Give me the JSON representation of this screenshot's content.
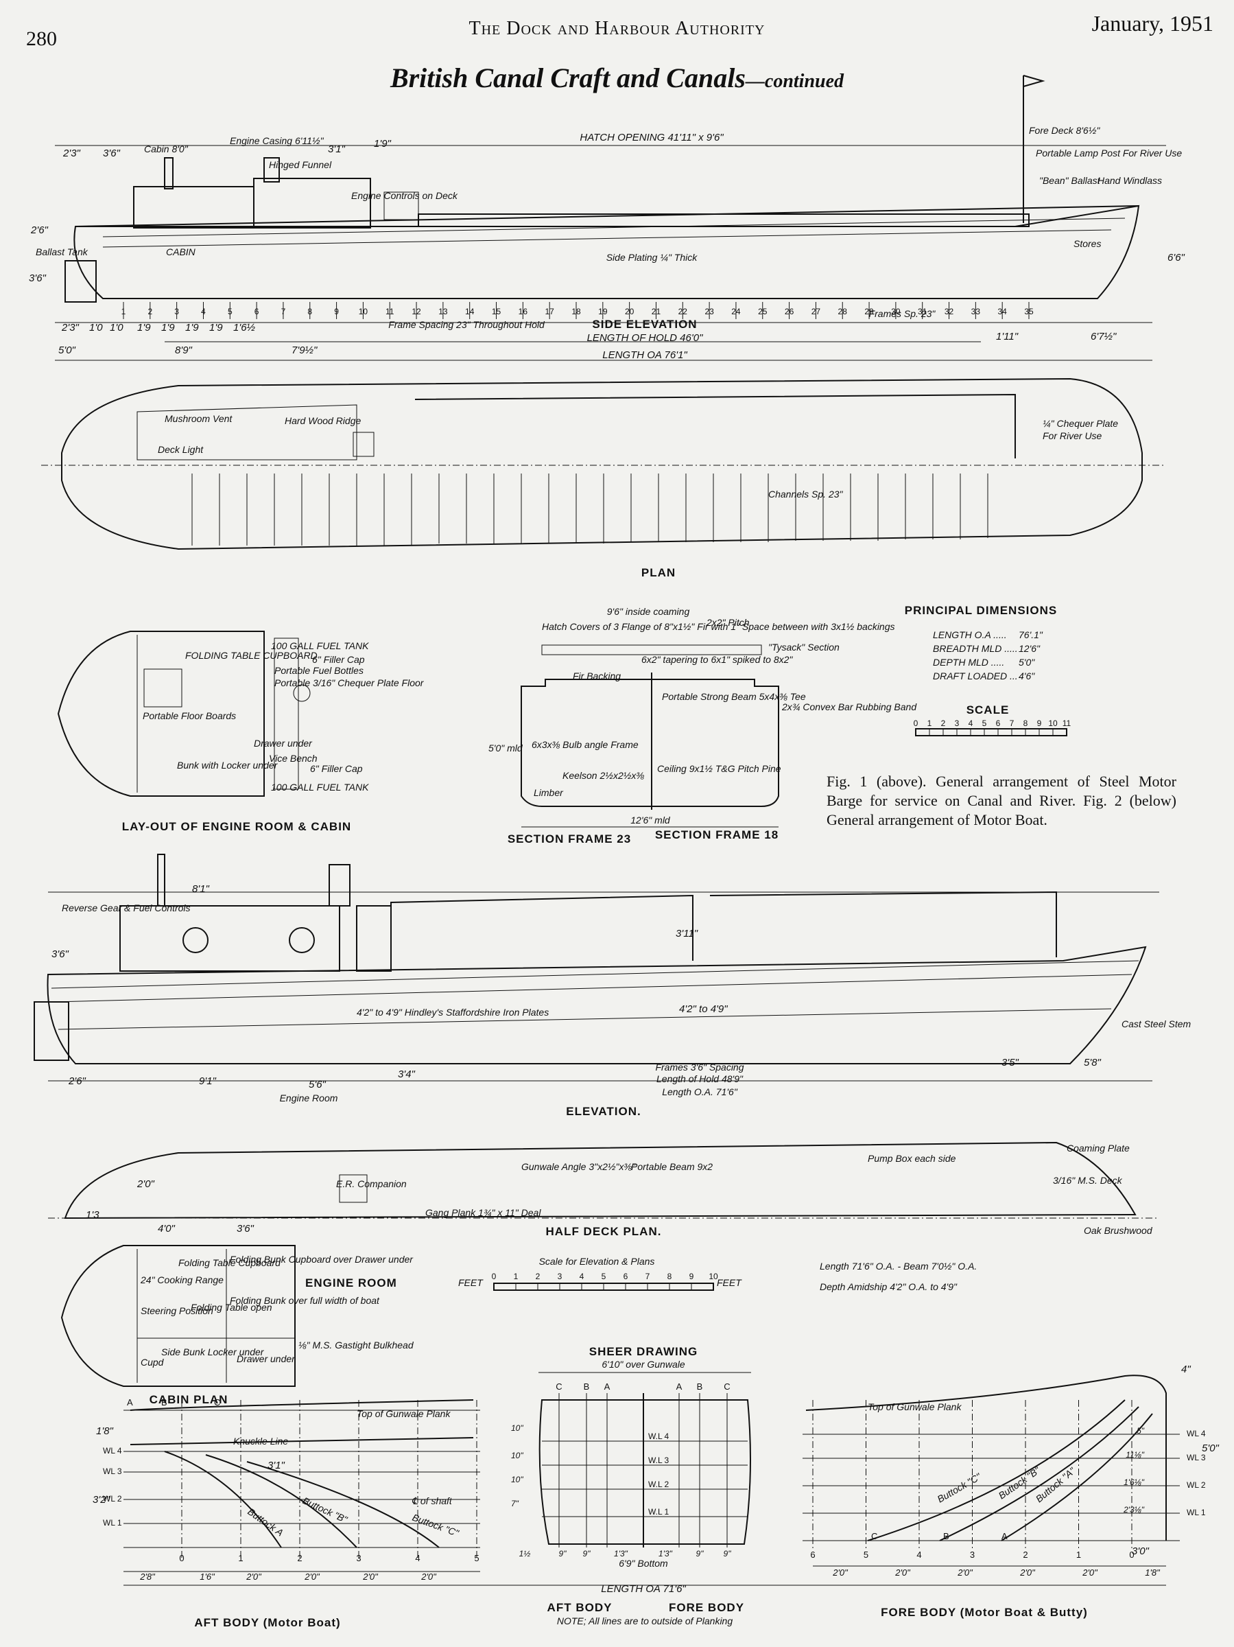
{
  "page": {
    "page_number": "280",
    "journal": "The Dock and Harbour Authority",
    "date": "January, 1951",
    "title": "British Canal Craft and Canals",
    "title_suffix": "—continued"
  },
  "fig1": {
    "side_elevation_title": "SIDE ELEVATION",
    "plan_title": "PLAN",
    "layout_title": "LAY-OUT OF ENGINE ROOM & CABIN",
    "section23_title": "SECTION FRAME 23",
    "section18_title": "SECTION FRAME 18",
    "labels": {
      "hatch_opening": "HATCH OPENING 41'11\" x 9'6\"",
      "cabin": "Cabin 8'0\"",
      "engine_casing": "Engine Casing 6'11½\"",
      "hinged_funnel": "Hinged Funnel",
      "engine_controls": "Engine Controls on Deck",
      "fore_deck": "Fore Deck 8'6½\"",
      "lamp_post": "Portable Lamp Post For River Use",
      "bean_ballast": "\"Bean\" Ballast",
      "hand_windlass": "Hand Windlass",
      "ballast_tank": "Ballast Tank",
      "cabin_word": "CABIN",
      "side_plating": "Side Plating ¼\" Thick",
      "stores": "Stores",
      "frame_spacing": "Frame Spacing 23\" Throughout Hold",
      "frames_sp": "Frames Sp. 23\"",
      "length_hold": "LENGTH OF HOLD 46'0\"",
      "length_oa": "LENGTH OA 76'1\"",
      "channels": "Channels Sp. 23\"",
      "mushroom_vent": "Mushroom Vent",
      "deck_light": "Deck Light",
      "hard_wood_ridge": "Hard Wood Ridge",
      "chequer": "¼\" Chequer Plate",
      "river_use": "For River Use",
      "fuel_tank_1": "100 GALL FUEL TANK",
      "fuel_tank_2": "100 GALL FUEL TANK",
      "folding_table": "FOLDING TABLE CUPBOARD",
      "portable_fuel": "Portable Fuel Bottles",
      "filler_cap_1": "6\" Filler Cap",
      "filler_cap_2": "6\" Filler Cap",
      "chequer_floor": "Portable 3/16\" Chequer Plate Floor",
      "floor_boards": "Portable Floor Boards",
      "drawer_under": "Drawer under",
      "bunk_locker": "Bunk with Locker under",
      "vice_bench": "Vice Bench",
      "inside_coaming": "9'6\" inside coaming",
      "hatch_covers": "Hatch Covers of 3 Flange of 8\"x1½\" Fir with 1\" Space between with 3x1½ backings",
      "pitch": "2x2\" Pitch",
      "tapering": "6x2\" tapering to 6x1\" spiked to 8x2\"",
      "tysack": "\"Tysack\" Section",
      "fir_backing": "Fir Backing",
      "strong_beam": "Portable Strong Beam 5x4x⅜ Tee",
      "convex_bar": "2x¾ Convex Bar Rubbing Band",
      "bulb_angle": "6x3x⅜ Bulb angle Frame",
      "keelson": "Keelson 2½x2½x⅜",
      "ceiling": "Ceiling 9x1½ T&G Pitch Pine",
      "limber": "Limber",
      "mld_50": "5'0\" mld",
      "mld_126": "12'6\" mld"
    },
    "dims_top": [
      "2'3\"",
      "3'6\"",
      "3'1\"",
      "1'9\"",
      "2'6\"",
      "3'6\"",
      "6'6\""
    ],
    "dims_bottom": [
      "2'3\"",
      "1'0",
      "1'0",
      "1'9",
      "1'9",
      "1'9",
      "1'9",
      "1'6½",
      "5'0\"",
      "8'9\"",
      "7'9½\"",
      "1'11\"",
      "6'7½\""
    ],
    "frame_numbers": [
      "1",
      "2",
      "3",
      "4",
      "5",
      "6",
      "7",
      "8",
      "9",
      "10",
      "11",
      "12",
      "13",
      "14",
      "15",
      "16",
      "17",
      "18",
      "19",
      "20",
      "21",
      "22",
      "23",
      "24",
      "25",
      "26",
      "27",
      "28",
      "29",
      "30",
      "31",
      "32",
      "33",
      "34",
      "35"
    ],
    "principal_dimensions": {
      "heading": "PRINCIPAL DIMENSIONS",
      "rows": [
        {
          "label": "LENGTH O.A .....",
          "value": "76'.1\""
        },
        {
          "label": "BREADTH MLD .....",
          "value": "12'6\""
        },
        {
          "label": "DEPTH MLD .....",
          "value": "5'0\""
        },
        {
          "label": "DRAFT LOADED ...",
          "value": "4'6\""
        }
      ]
    },
    "scale": {
      "heading": "SCALE",
      "ticks": [
        "0",
        "1",
        "2",
        "3",
        "4",
        "5",
        "6",
        "7",
        "8",
        "9",
        "10",
        "11"
      ]
    }
  },
  "caption": "Fig. 1 (above). General arrangement of Steel Motor Barge for service on Canal and River. Fig. 2 (below) General arrangement of Motor Boat.",
  "fig2": {
    "elevation_title": "ELEVATION.",
    "half_deck_title": "HALF DECK PLAN.",
    "cabin_plan_title": "CABIN PLAN",
    "sheer_title": "SHEER DRAWING",
    "aft_body_title": "AFT BODY (Motor Boat)",
    "fore_body_title": "FORE BODY (Motor Boat & Butty)",
    "aft_body_small": "AFT BODY",
    "fore_body_small": "FORE BODY",
    "note": "NOTE; All lines are to outside of Planking",
    "labels": {
      "reverse_gear": "Reverse Gear & Fuel Controls",
      "plates": "4'2\" to 4'9\" Hindley's Staffordshire Iron Plates",
      "cast_steel_stem": "Cast Steel Stem",
      "engine_room": "Engine Room",
      "frames_spacing": "Frames 3'6\" Spacing",
      "length_hold": "Length of Hold 48'9\"",
      "length_oa": "Length O.A. 71'6\"",
      "gunwale_angle": "Gunwale Angle 3\"x2½\"x⅜\"",
      "portable_beam": "Portable Beam 9x2",
      "pump_box": "Pump Box each side",
      "coaming_plate": "Coaming Plate",
      "ms_deck": "3/16\" M.S. Deck",
      "er_companion": "E.R. Companion",
      "gang_plank": "Gang Plank 1¾\" x 11\" Deal",
      "oak_brushwood": "Oak Brushwood",
      "engine_room_caps": "ENGINE ROOM",
      "cooking_range": "24\" Cooking Range",
      "folding_table_cupboard": "Folding Table Cupboard",
      "folding_bunk": "Folding Bunk Cupboard over Drawer under",
      "folding_table_open": "Folding Table open",
      "folding_bunk_over": "Folding Bunk over full width of boat",
      "steering_position": "Steering Position",
      "side_bunk": "Side Bunk Locker under",
      "drawer_under": "Drawer under",
      "cupd": "Cupd",
      "bulkhead": "⅛\" M.S. Gastight Bulkhead",
      "length_beam": "Length 71'6\" O.A. - Beam 7'0½\" O.A.",
      "depth": "Depth Amidship 4'2\" O.A. to 4'9\"",
      "scale_heading": "Scale for Elevation & Plans",
      "top_gunwale": "Top of Gunwale Plank",
      "knuckle": "Knuckle Line",
      "cl_shaft": "℄ of shaft",
      "over_gunwale": "6'10\" over Gunwale",
      "bottom": "6'9\" Bottom",
      "length_oa_sheer": "LENGTH OA 71'6\""
    },
    "dims_elevation": [
      "8'1\"",
      "3'6\"",
      "3'11\"",
      "4'2\" to 4'9\"",
      "2'6\"",
      "9'1\"",
      "5'6\"",
      "3'4\"",
      "3'5\"",
      "5'8\""
    ],
    "dims_half_deck": [
      "2'0\"",
      "4'0\"",
      "3'6\"",
      "1'3"
    ],
    "scale_ticks": [
      "0",
      "1",
      "2",
      "3",
      "4",
      "5",
      "6",
      "7",
      "8",
      "9",
      "10"
    ],
    "scale_unit_left": "FEET",
    "scale_unit_right": "FEET",
    "aft_waterlines": [
      "WL 4",
      "WL 3",
      "WL 2",
      "WL 1"
    ],
    "aft_dims_left": [
      "1'8\"",
      "3'2\""
    ],
    "aft_dims_mid": "3'1\"",
    "aft_stations": [
      "0",
      "1",
      "2",
      "3",
      "4",
      "5"
    ],
    "aft_buttocks": [
      "Buttock A",
      "Buttock \"B\"",
      "Buttock \"C\""
    ],
    "aft_letters": [
      "A",
      "B",
      "C"
    ],
    "aft_spacing": [
      "2'8\"",
      "1'6\"",
      "2'0\"",
      "2'0\"",
      "2'0\"",
      "2'0\""
    ],
    "sheer_letters_left": [
      "C",
      "B",
      "A"
    ],
    "sheer_letters_right": [
      "A",
      "B",
      "C"
    ],
    "sheer_waterlines": [
      "W.L 4",
      "W.L 3",
      "W.L 2",
      "W.L 1"
    ],
    "sheer_heights": [
      "10\"",
      "10\"",
      "10\"",
      "7\""
    ],
    "sheer_bottom_dims": [
      "1½",
      "9\"",
      "9\"",
      "1'3\"",
      "1'3\"",
      "9\"",
      "9\""
    ],
    "fore_stations": [
      "6",
      "5",
      "4",
      "3",
      "2",
      "1",
      "0"
    ],
    "fore_letters": [
      "C",
      "B",
      "A"
    ],
    "fore_buttocks": [
      "Buttock \"C\"",
      "Buttock \"B\"",
      "Buttock \"A\""
    ],
    "fore_waterlines": [
      "WL 4",
      "WL 3",
      "WL 2",
      "WL 1"
    ],
    "fore_heights": [
      "5\"",
      "11⅛\"",
      "1'6⅛\"",
      "2'3⅛\""
    ],
    "fore_dims_right": [
      "4\"",
      "5'0\"",
      "3'0\""
    ],
    "fore_spacing": [
      "2'0\"",
      "2'0\"",
      "2'0\"",
      "2'0\"",
      "2'0\"",
      "1'8\""
    ]
  }
}
